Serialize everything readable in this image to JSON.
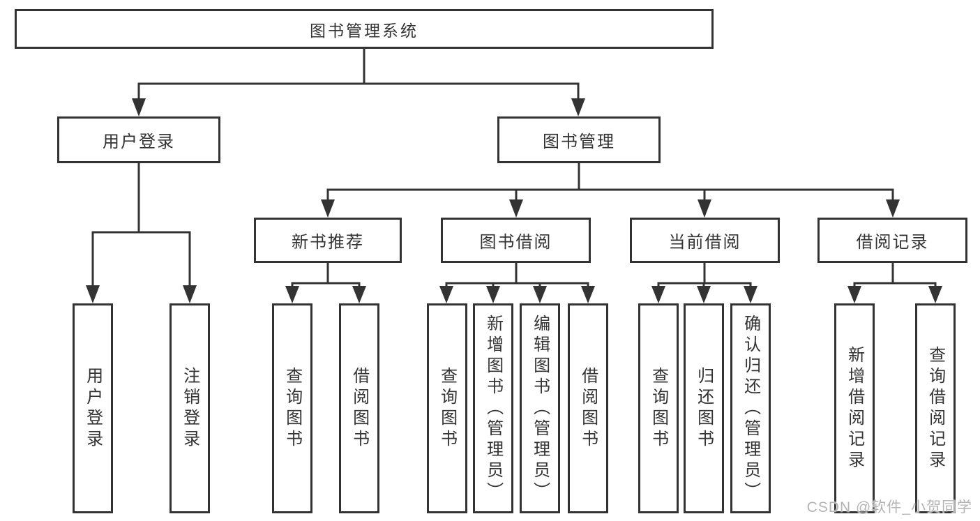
{
  "diagram": {
    "root": {
      "label": "图书管理系统"
    },
    "level2": [
      {
        "label": "用户登录"
      },
      {
        "label": "图书管理"
      }
    ],
    "level3": [
      {
        "label": "新书推荐"
      },
      {
        "label": "图书借阅"
      },
      {
        "label": "当前借阅"
      },
      {
        "label": "借阅记录"
      }
    ],
    "leaves": {
      "user_login": [
        "用户登录",
        "注销登录"
      ],
      "new_book_recommend": [
        "查询图书",
        "借阅图书"
      ],
      "book_borrowing": [
        "查询图书",
        "新增图书（管理员）",
        "编辑图书（管理员）",
        "借阅图书"
      ],
      "current_borrowing": [
        "查询图书",
        "归还图书",
        "确认归还（管理员）"
      ],
      "borrowing_records": [
        "新增借阅记录",
        "查询借阅记录"
      ]
    }
  },
  "watermark": {
    "text": "CSDN @软件_小贺同学"
  },
  "colors": {
    "line": "#333333",
    "text": "#333333",
    "watermark": "#b4b4b4",
    "background": "#ffffff"
  }
}
